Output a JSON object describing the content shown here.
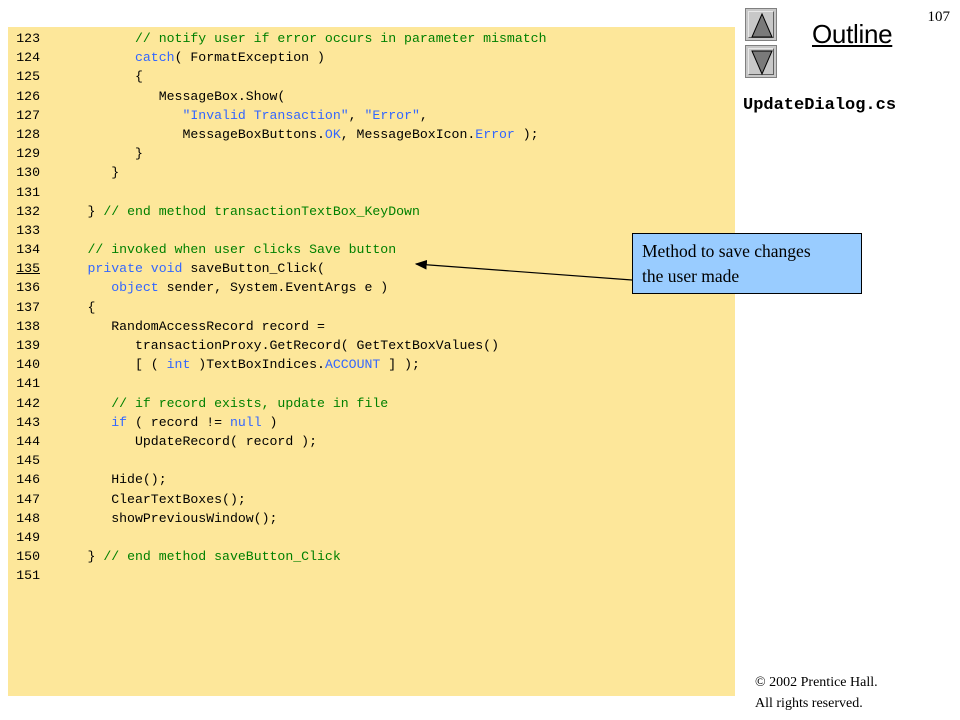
{
  "slide": {
    "number": "107",
    "outline_label": "Outline",
    "file_name": "UpdateDialog.cs",
    "nav": {
      "up_icon": "triangle-up-icon",
      "down_icon": "triangle-down-icon"
    },
    "copyright_line1": "© 2002 Prentice Hall.",
    "copyright_line2": "All rights reserved."
  },
  "callout": {
    "text_line1": "Method to save changes",
    "text_line2": "the user made",
    "points_to_line": "135"
  },
  "colors": {
    "code_background": "#fde79a",
    "keyword": "#3366ff",
    "comment": "#008000",
    "string": "#3366ff",
    "callout_background": "#99ccff"
  },
  "code": {
    "lines": [
      {
        "n": "123",
        "tokens": [
          {
            "t": "cm",
            "v": "         // notify user if error occurs in parameter mismatch"
          }
        ]
      },
      {
        "n": "124",
        "tokens": [
          {
            "t": "tx",
            "v": "         "
          },
          {
            "t": "kw",
            "v": "catch"
          },
          {
            "t": "tx",
            "v": "( FormatException )"
          }
        ]
      },
      {
        "n": "125",
        "tokens": [
          {
            "t": "tx",
            "v": "         {"
          }
        ]
      },
      {
        "n": "126",
        "tokens": [
          {
            "t": "tx",
            "v": "            MessageBox.Show("
          }
        ]
      },
      {
        "n": "127",
        "tokens": [
          {
            "t": "tx",
            "v": "               "
          },
          {
            "t": "st",
            "v": "\"Invalid Transaction\""
          },
          {
            "t": "tx",
            "v": ", "
          },
          {
            "t": "st",
            "v": "\"Error\""
          },
          {
            "t": "tx",
            "v": ","
          }
        ]
      },
      {
        "n": "128",
        "tokens": [
          {
            "t": "tx",
            "v": "               MessageBoxButtons."
          },
          {
            "t": "kw",
            "v": "OK"
          },
          {
            "t": "tx",
            "v": ", MessageBoxIcon."
          },
          {
            "t": "kw",
            "v": "Error"
          },
          {
            "t": "tx",
            "v": " );"
          }
        ]
      },
      {
        "n": "129",
        "tokens": [
          {
            "t": "tx",
            "v": "         }"
          }
        ]
      },
      {
        "n": "130",
        "tokens": [
          {
            "t": "tx",
            "v": "      }"
          }
        ]
      },
      {
        "n": "131",
        "tokens": []
      },
      {
        "n": "132",
        "tokens": [
          {
            "t": "tx",
            "v": "   } "
          },
          {
            "t": "cm",
            "v": "// end method transactionTextBox_KeyDown"
          }
        ]
      },
      {
        "n": "133",
        "tokens": []
      },
      {
        "n": "134",
        "tokens": [
          {
            "t": "cm",
            "v": "   // invoked when user clicks Save button"
          }
        ]
      },
      {
        "n": "135",
        "marked": true,
        "tokens": [
          {
            "t": "tx",
            "v": "   "
          },
          {
            "t": "kw",
            "v": "private void"
          },
          {
            "t": "tx",
            "v": " saveButton_Click("
          }
        ]
      },
      {
        "n": "136",
        "tokens": [
          {
            "t": "tx",
            "v": "      "
          },
          {
            "t": "kw",
            "v": "object"
          },
          {
            "t": "tx",
            "v": " sender, System.EventArgs e )"
          }
        ]
      },
      {
        "n": "137",
        "tokens": [
          {
            "t": "tx",
            "v": "   {"
          }
        ]
      },
      {
        "n": "138",
        "tokens": [
          {
            "t": "tx",
            "v": "      RandomAccessRecord record ="
          }
        ]
      },
      {
        "n": "139",
        "tokens": [
          {
            "t": "tx",
            "v": "         transactionProxy.GetRecord( GetTextBoxValues()"
          }
        ]
      },
      {
        "n": "140",
        "tokens": [
          {
            "t": "tx",
            "v": "         [ ( "
          },
          {
            "t": "kw",
            "v": "int"
          },
          {
            "t": "tx",
            "v": " )TextBoxIndices."
          },
          {
            "t": "kw",
            "v": "ACCOUNT"
          },
          {
            "t": "tx",
            "v": " ] );"
          }
        ]
      },
      {
        "n": "141",
        "tokens": []
      },
      {
        "n": "142",
        "tokens": [
          {
            "t": "cm",
            "v": "      // if record exists, update in file"
          }
        ]
      },
      {
        "n": "143",
        "tokens": [
          {
            "t": "tx",
            "v": "      "
          },
          {
            "t": "kw",
            "v": "if"
          },
          {
            "t": "tx",
            "v": " ( record != "
          },
          {
            "t": "kw",
            "v": "null"
          },
          {
            "t": "tx",
            "v": " )"
          }
        ]
      },
      {
        "n": "144",
        "tokens": [
          {
            "t": "tx",
            "v": "         UpdateRecord( record );"
          }
        ]
      },
      {
        "n": "145",
        "tokens": []
      },
      {
        "n": "146",
        "tokens": [
          {
            "t": "tx",
            "v": "      Hide();"
          }
        ]
      },
      {
        "n": "147",
        "tokens": [
          {
            "t": "tx",
            "v": "      ClearTextBoxes();"
          }
        ]
      },
      {
        "n": "148",
        "tokens": [
          {
            "t": "tx",
            "v": "      showPreviousWindow();"
          }
        ]
      },
      {
        "n": "149",
        "tokens": []
      },
      {
        "n": "150",
        "tokens": [
          {
            "t": "tx",
            "v": "   } "
          },
          {
            "t": "cm",
            "v": "// end method saveButton_Click"
          }
        ]
      },
      {
        "n": "151",
        "tokens": []
      }
    ]
  }
}
